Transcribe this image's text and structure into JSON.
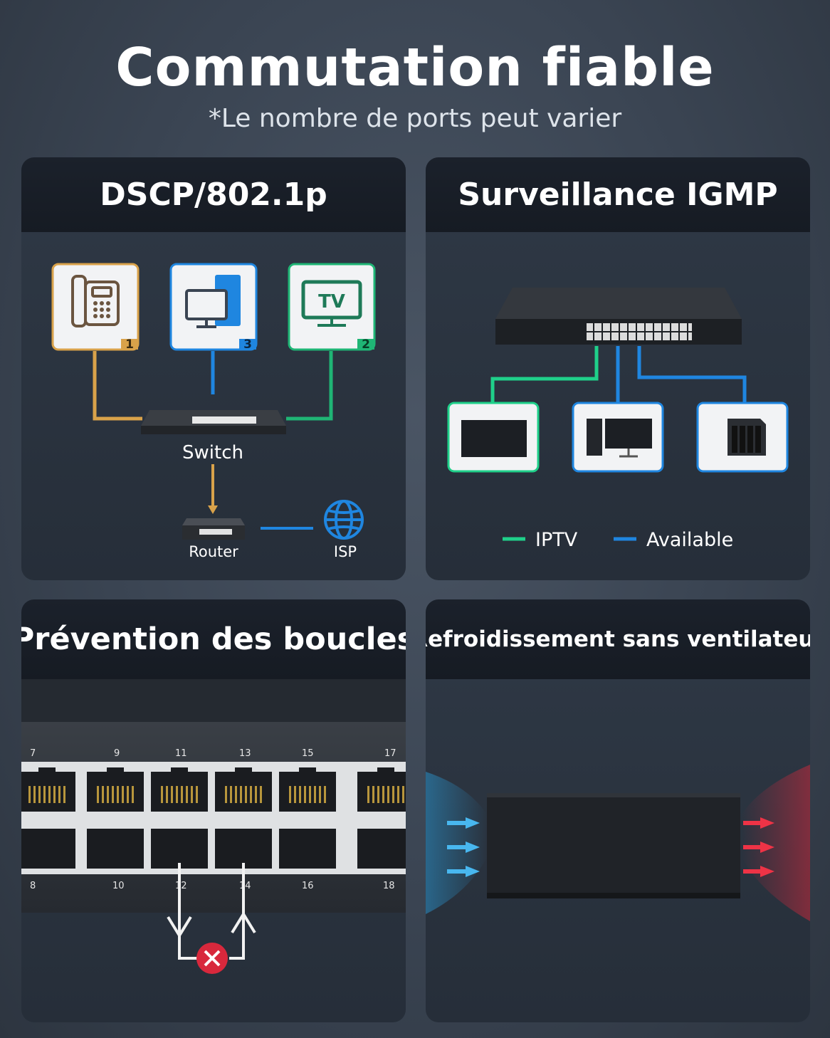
{
  "header": {
    "title": "Commutation fiable",
    "subtitle": "*Le nombre de ports peut varier"
  },
  "panels": {
    "dscp": {
      "title": "DSCP/802.1p",
      "devices": [
        {
          "icon": "phone-icon",
          "badge": "1",
          "color": "#d9a24a"
        },
        {
          "icon": "monitor-icon",
          "badge": "3",
          "color": "#1f86e0"
        },
        {
          "icon": "tv-icon",
          "badge": "2",
          "color": "#1fb575",
          "text": "TV"
        }
      ],
      "switch_label": "Switch",
      "router_label": "Router",
      "isp_label": "ISP"
    },
    "igmp": {
      "title": "Surveillance IGMP",
      "legend": [
        {
          "label": "IPTV",
          "color": "#1fd08a"
        },
        {
          "label": "Available",
          "color": "#1f86e0"
        }
      ]
    },
    "loop": {
      "title": "Prévention des boucles",
      "top_ports": [
        "7",
        "9",
        "11",
        "13",
        "15",
        "17"
      ],
      "bottom_ports": [
        "8",
        "10",
        "12",
        "14",
        "16",
        "18"
      ]
    },
    "cooling": {
      "title": "Refroidissement sans ventilateur"
    }
  },
  "colors": {
    "accent_blue": "#1f86e0",
    "accent_green": "#1fb575",
    "accent_orange": "#d9a24a",
    "alert_red": "#d8283c"
  }
}
